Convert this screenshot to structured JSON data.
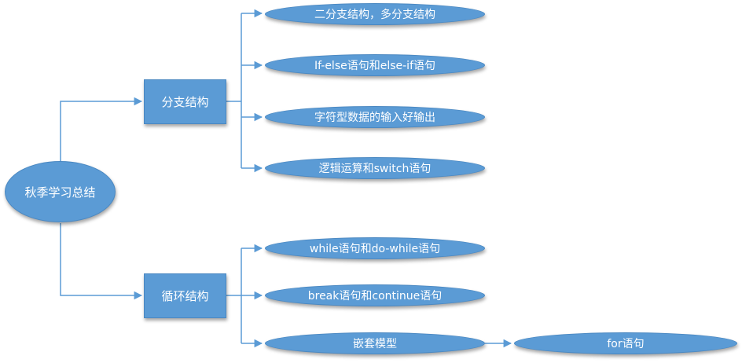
{
  "diagram": {
    "root": "秋季学习总结",
    "branches": [
      {
        "label": "分支结构",
        "leaves": [
          "二分支结构，多分支结构",
          "If-else语句和else-if语句",
          "字符型数据的输入好输出",
          "逻辑运算和switch语句"
        ]
      },
      {
        "label": "循环结构",
        "leaves": [
          "while语句和do-while语句",
          "break语句和continue语句",
          "嵌套模型"
        ]
      }
    ],
    "extra": {
      "from": "嵌套模型",
      "label": "for语句"
    }
  },
  "colors": {
    "node_fill": "#5b9bd5",
    "node_border": "#4a88c2",
    "connector": "#5b9bd5",
    "text": "#ffffff"
  }
}
